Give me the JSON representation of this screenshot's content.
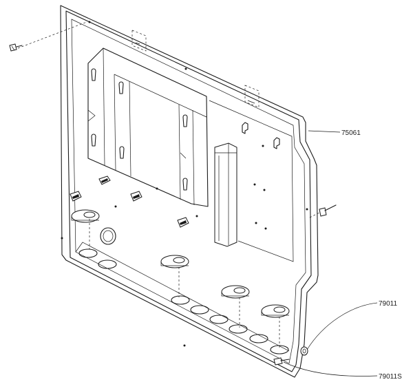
{
  "callouts": {
    "housing": "75061",
    "grommet": "79011",
    "screw": "79011S"
  }
}
